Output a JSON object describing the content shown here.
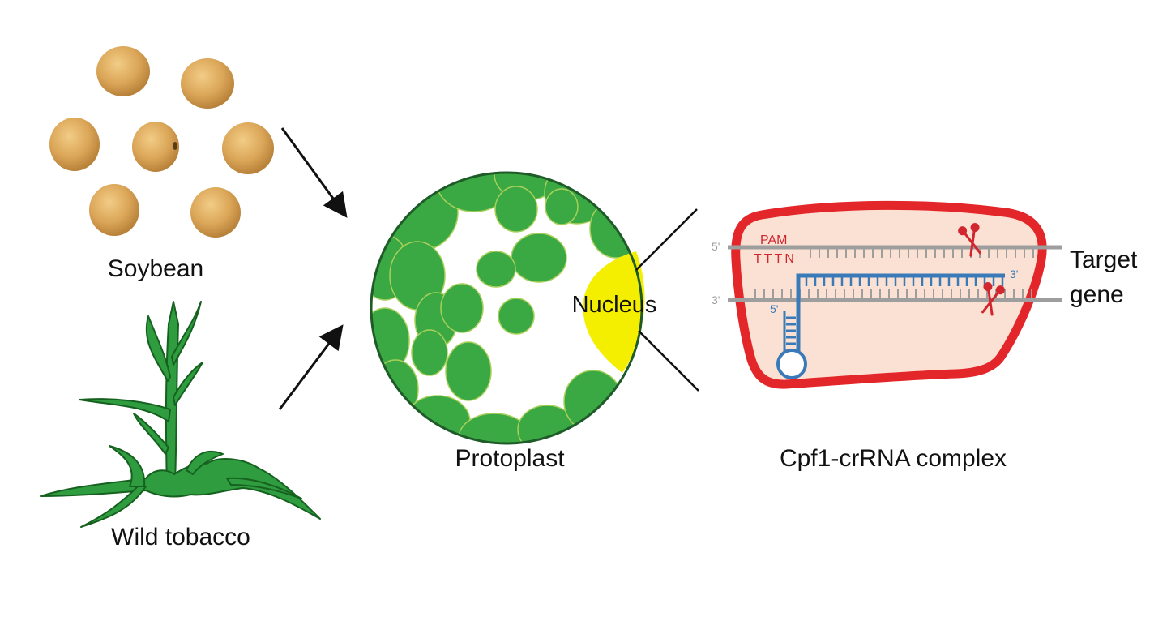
{
  "labels": {
    "soybean": "Soybean",
    "wild_tobacco": "Wild tobacco",
    "protoplast": "Protoplast",
    "nucleus": "Nucleus",
    "complex": "Cpf1-crRNA complex",
    "target_line1": "Target",
    "target_line2": "gene"
  },
  "strand": {
    "top_five_prime": "5'",
    "bottom_three_prime": "3'",
    "pam": "PAM",
    "pam_seq": "TTTN",
    "crna_three_prime": "3'",
    "crna_five_prime": "5'"
  },
  "colors": {
    "seed": "#d9a556",
    "plant": "#2e9c3f",
    "cell": "#3aa843",
    "nucleus": "#f4ee00",
    "complex_border": "#e3262a",
    "complex_fill": "#fbe1d3",
    "dna": "#9e9e9e",
    "crna": "#3a7ab8",
    "pam": "#d2262f"
  },
  "icons": {
    "scissors_top": "scissors-icon",
    "scissors_bottom": "scissors-icon"
  }
}
